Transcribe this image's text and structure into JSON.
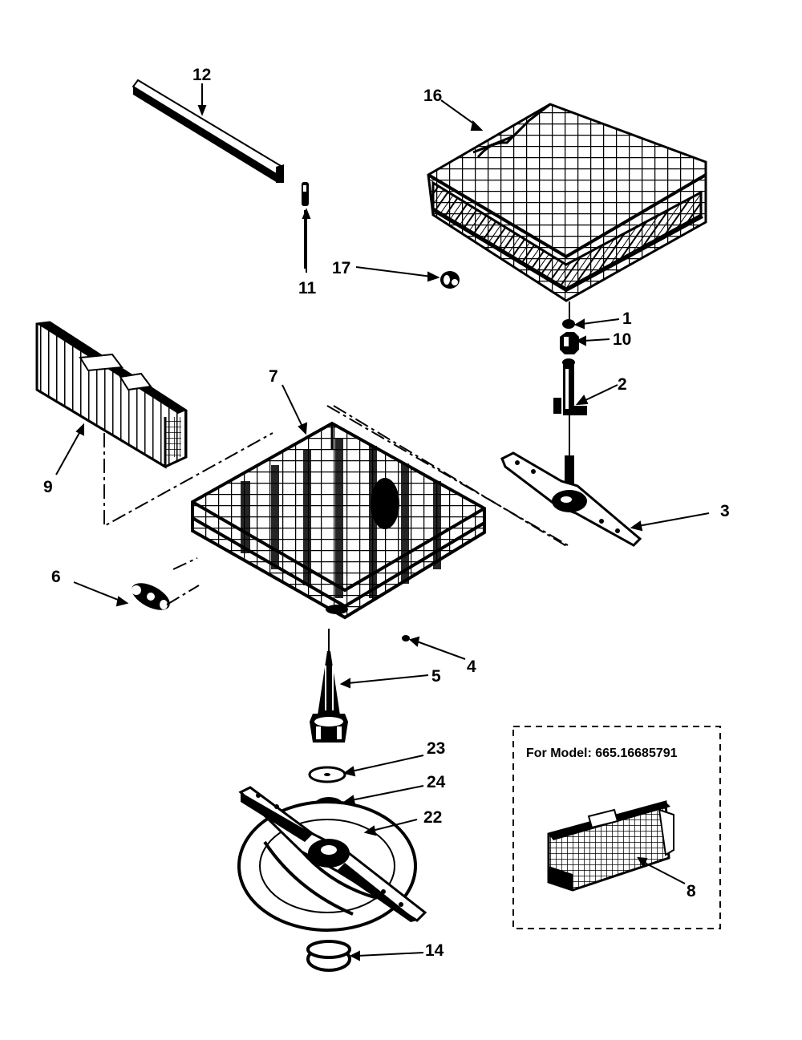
{
  "callouts": {
    "c1": "1",
    "c2": "2",
    "c3": "3",
    "c4": "4",
    "c5": "5",
    "c6": "6",
    "c7": "7",
    "c8": "8",
    "c9": "9",
    "c10": "10",
    "c11": "11",
    "c12": "12",
    "c14": "14",
    "c16": "16",
    "c17": "17",
    "c22": "22",
    "c23": "23",
    "c24": "24"
  },
  "model_note": "For Model: 665.16685791"
}
